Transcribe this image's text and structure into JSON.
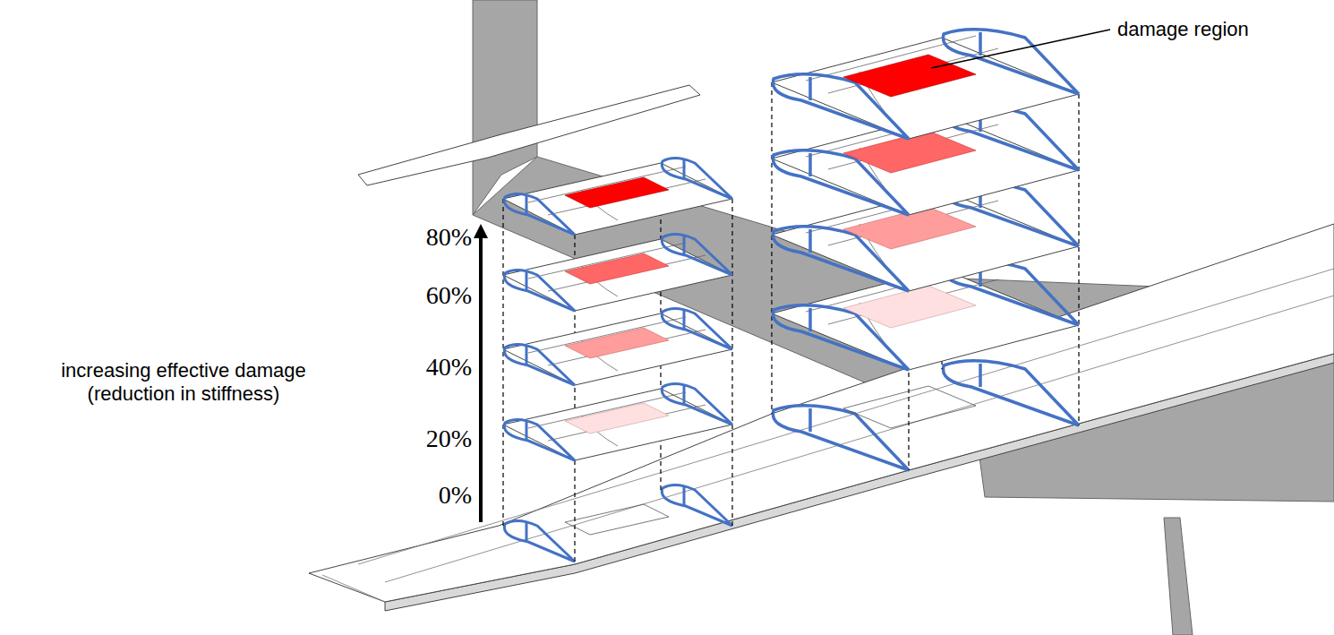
{
  "diagram": {
    "labels": [
      "damage region",
      "80%",
      "60%",
      "40%",
      "20%",
      "0%",
      "increasing effective damage (reduction in stiffness)"
    ]
  }
}
